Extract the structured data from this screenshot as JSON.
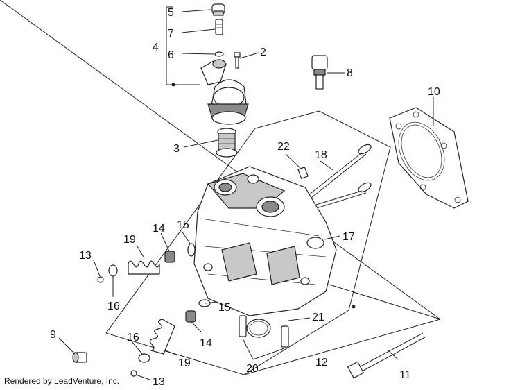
{
  "diagram": {
    "callouts": {
      "c2": "2",
      "c3": "3",
      "c4": "4",
      "c5": "5",
      "c6": "6",
      "c7": "7",
      "c8": "8",
      "c9": "9",
      "c10": "10",
      "c11": "11",
      "c12": "12",
      "c13a": "13",
      "c13b": "13",
      "c14a": "14",
      "c14b": "14",
      "c15a": "15",
      "c15b": "15",
      "c16a": "16",
      "c16b": "16",
      "c17": "17",
      "c18": "18",
      "c19a": "19",
      "c19b": "19",
      "c20": "20",
      "c21": "21",
      "c22": "22"
    },
    "credit": "Rendered by LeadVenture, Inc.",
    "colors": {
      "line": "#222222",
      "shade": "#8a8a8a",
      "background": "#ffffff"
    }
  }
}
